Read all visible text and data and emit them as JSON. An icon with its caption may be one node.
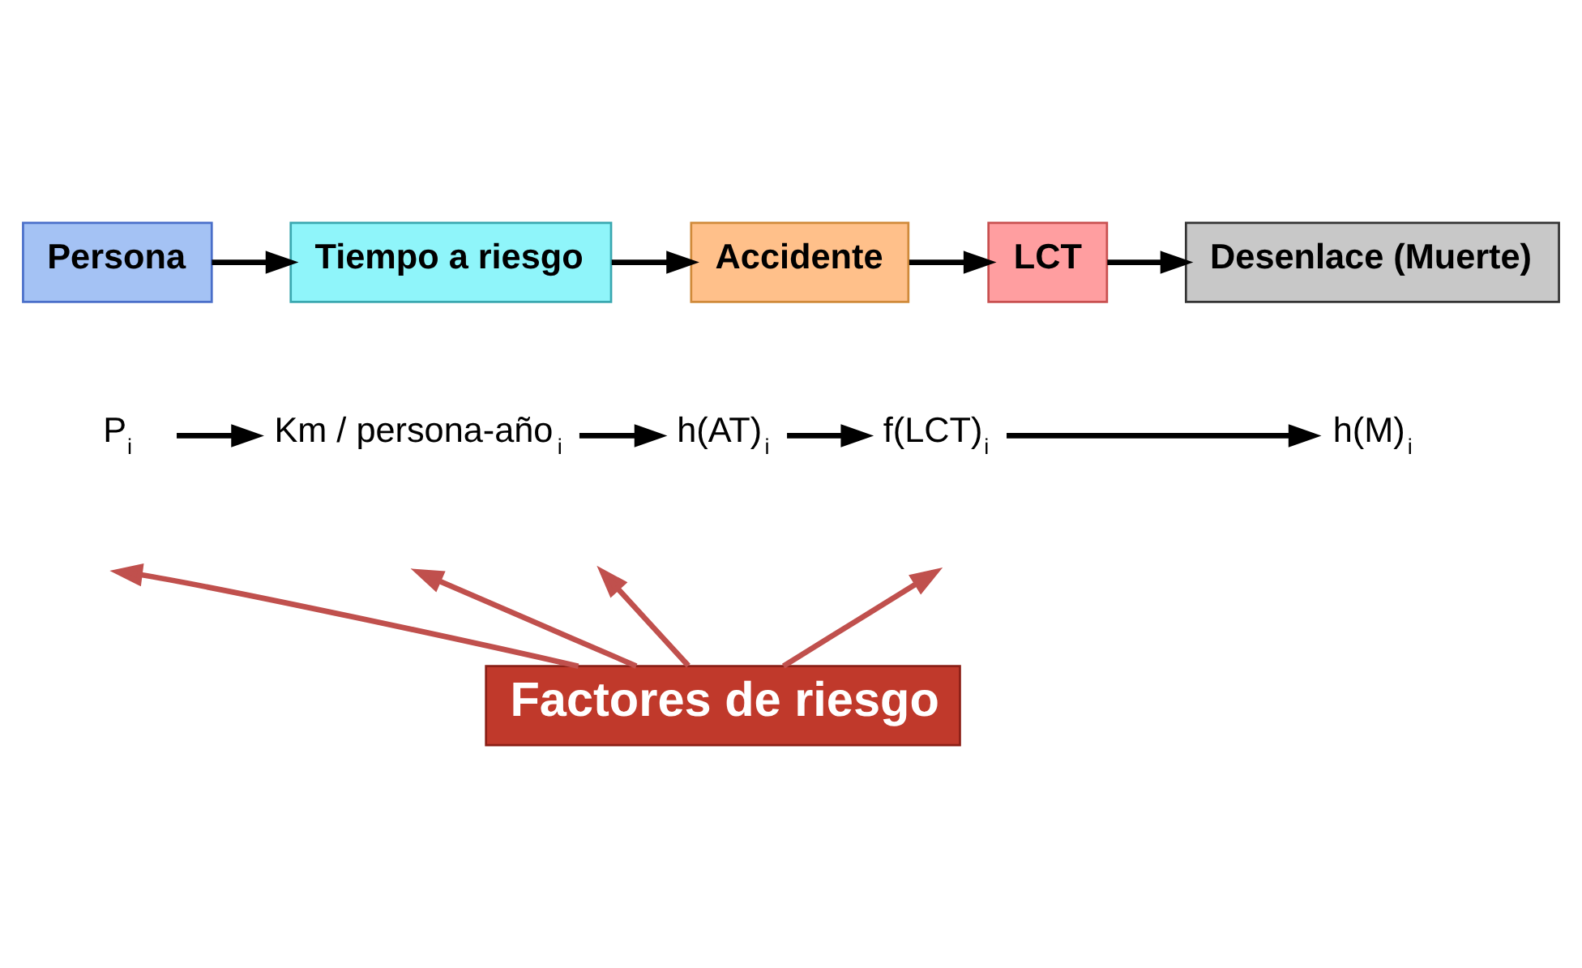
{
  "diagram": {
    "nodes": [
      {
        "text": [
          "Persona"
        ]
      },
      {
        "text": [
          "Tiempo a riesgo"
        ]
      },
      {
        "text": [
          "Accidente"
        ]
      },
      {
        "text": [
          "LCT"
        ]
      },
      {
        "text": [
          "Desenlace (Muerte)"
        ]
      },
      {
        "text": [
          "P$_{i}$"
        ]
      },
      {
        "text": [
          "Km / persona-año$_{i}$"
        ]
      },
      {
        "text": [
          "h(AT)$_{i}$"
        ]
      },
      {
        "text": [
          "f(LCT)$_{i}$"
        ]
      },
      {
        "text": [
          "h(M)$_{i}$"
        ]
      },
      {
        "text": [
          "Factores de riesgo"
        ]
      }
    ],
    "edges": [
      {
        "from": 0,
        "to": 1,
        "arrow": "to"
      },
      {
        "from": 1,
        "to": 2,
        "arrow": "to"
      },
      {
        "from": 2,
        "to": 3,
        "arrow": "to"
      },
      {
        "from": 3,
        "to": 4,
        "arrow": "to"
      },
      {
        "from": 5,
        "to": 6,
        "arrow": "to"
      },
      {
        "from": 6,
        "to": 7,
        "arrow": "to"
      },
      {
        "from": 7,
        "to": 8,
        "arrow": "to"
      },
      {
        "from": 8,
        "to": 9,
        "arrow": "to"
      },
      {
        "from": 10,
        "to": null,
        "arrow": "to",
        "color": "#c0504d"
      },
      {
        "from": 10,
        "to": null,
        "arrow": "to",
        "color": "#c0504d"
      },
      {
        "from": 10,
        "to": null,
        "arrow": "to",
        "color": "#c0504d"
      },
      {
        "from": 10,
        "to": null,
        "arrow": "to",
        "color": "#c0504d"
      }
    ]
  }
}
